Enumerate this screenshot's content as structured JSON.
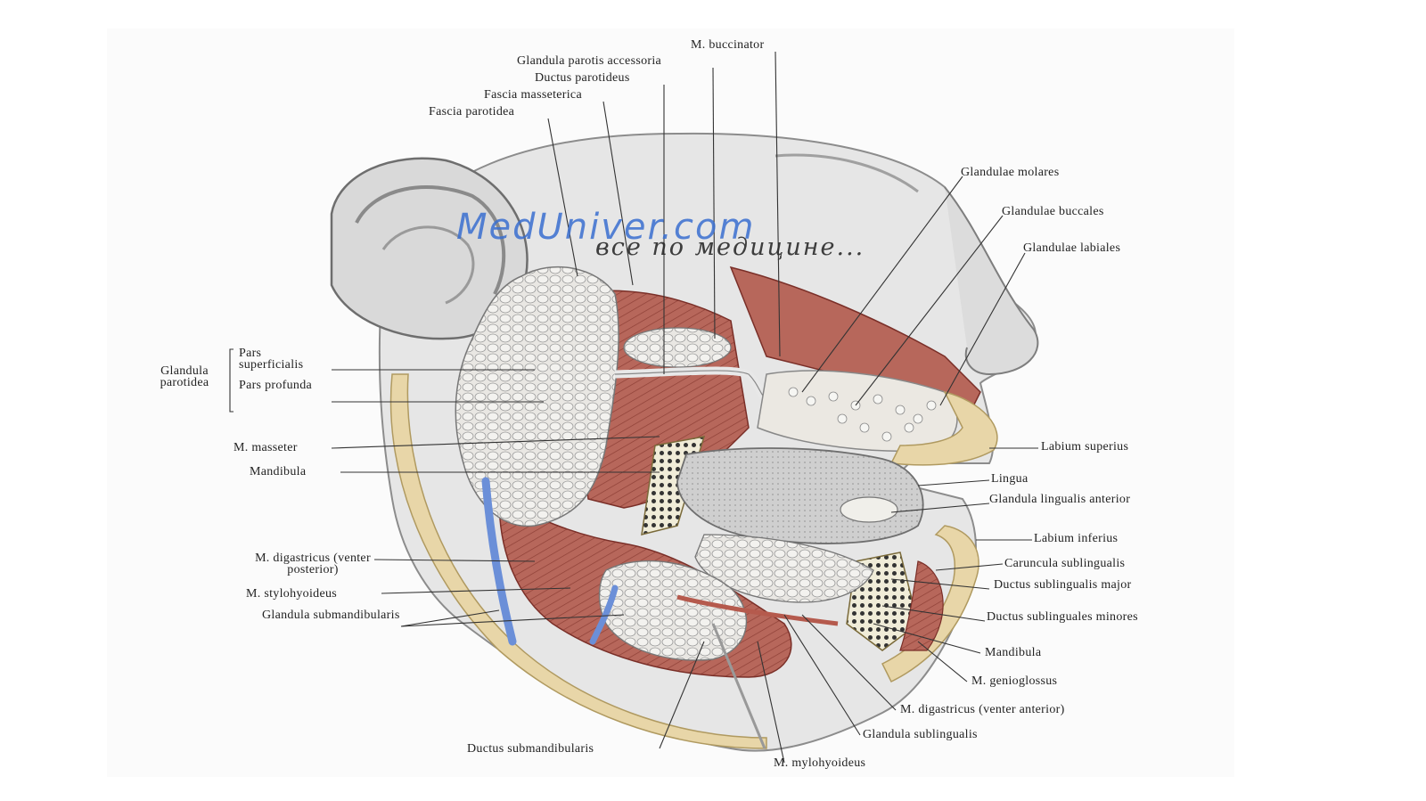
{
  "watermark": {
    "site": "MedUniver.com",
    "tagline": "все по медицине..."
  },
  "labels": {
    "m_buccinator": "M. buccinator",
    "glandula_parotis_accessoria": "Glandula parotis accessoria",
    "ductus_parotideus": "Ductus parotideus",
    "fascia_masseterica": "Fascia masseterica",
    "fascia_parotidea": "Fascia parotidea",
    "glandulae_molares": "Glandulae molares",
    "glandulae_buccales": "Glandulae buccales",
    "glandulae_labiales": "Glandulae labiales",
    "glandula_parotidea": "Glandula parotidea",
    "pars_superficialis": "Pars superficialis",
    "pars_profunda": "Pars profunda",
    "m_masseter": "M. masseter",
    "mandibula_upper": "Mandibula",
    "labium_superius": "Labium superius",
    "lingua": "Lingua",
    "glandula_lingualis_anterior": "Glandula lingualis anterior",
    "labium_inferius": "Labium inferius",
    "m_digastricus_posterior": "M. digastricus (venter posterior)",
    "caruncula_sublingualis": "Caruncula sublingualis",
    "ductus_sublingualis_major": "Ductus sublingualis major",
    "m_stylohyoideus": "M. stylohyoideus",
    "glandula_submandibularis": "Glandula submandibularis",
    "ductus_sublinguales_minores": "Ductus sublinguales minores",
    "mandibula_lower": "Mandibula",
    "m_genioglossus": "M. genioglossus",
    "m_digastricus_anterior": "M. digastricus (venter anterior)",
    "glandula_sublingualis": "Glandula sublingualis",
    "ductus_submandibularis": "Ductus submandibularis",
    "m_mylohyoideus": "M. mylohyoideus"
  },
  "colors": {
    "skin": "#e4e4e4",
    "muscle": "#b5655a",
    "gland": "#e8e6e2",
    "fat": "#e8d6a8",
    "vein": "#6b8fd8",
    "watermark": "#3a6fd0"
  }
}
